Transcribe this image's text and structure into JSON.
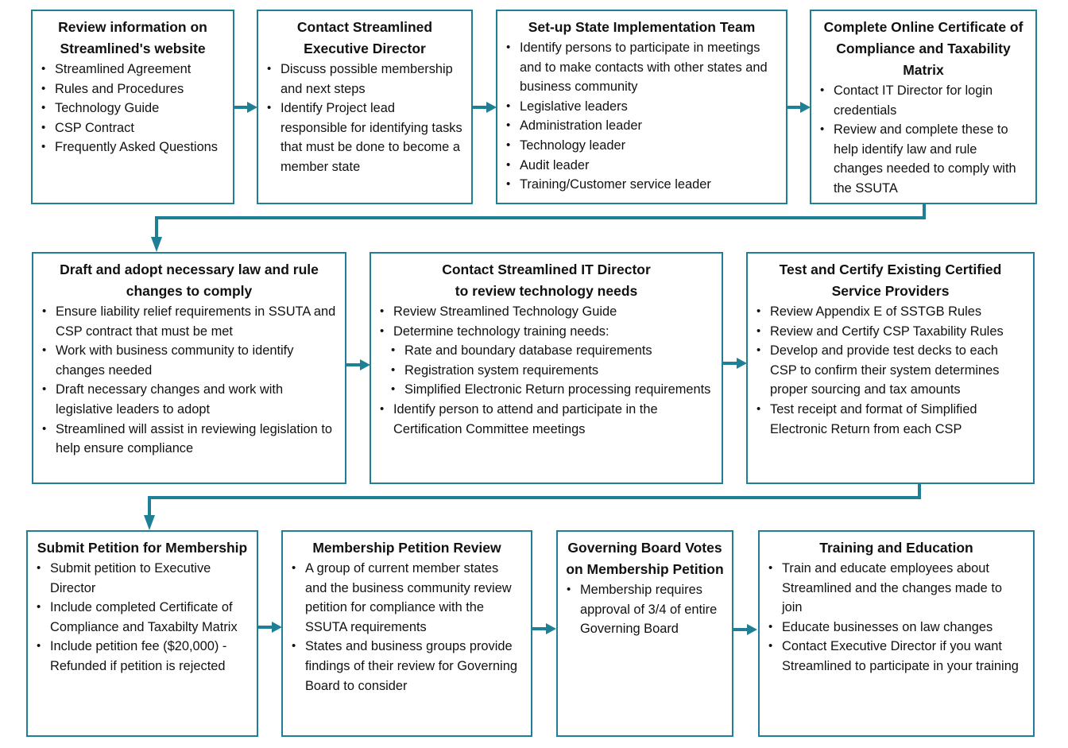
{
  "row1": [
    {
      "title": "Review information on Streamlined's website",
      "items": [
        "Streamlined Agreement",
        "Rules and Procedures",
        "Technology Guide",
        "CSP Contract",
        "Frequently Asked Questions"
      ]
    },
    {
      "title": "Contact Streamlined Executive Director",
      "items": [
        "Discuss possible membership and next steps",
        "Identify Project lead responsible for identifying tasks that must be done to become a member state"
      ]
    },
    {
      "title": "Set-up State Implementation Team",
      "items": [
        "Identify persons to participate in meetings and to make contacts with other states and business community",
        "Legislative leaders",
        "Administration leader",
        "Technology leader",
        "Audit leader",
        "Training/Customer service leader"
      ]
    },
    {
      "title": "Complete Online Certificate of Compliance and Taxability Matrix",
      "items": [
        "Contact IT Director for login credentials",
        "Review and complete these to help identify law and rule changes needed to comply with the SSUTA"
      ]
    }
  ],
  "row2": [
    {
      "title": "Draft and adopt necessary law and rule changes to comply",
      "items": [
        "Ensure liability relief requirements in SSUTA and CSP contract that must be met",
        "Work with business community to identify changes needed",
        "Draft necessary changes and work with legislative leaders to adopt",
        "Streamlined will assist in reviewing legislation to help ensure compliance"
      ]
    },
    {
      "title_lines": [
        "Contact Streamlined IT Director",
        "to review technology needs"
      ],
      "items": [
        "Review Streamlined Technology Guide",
        "Determine technology training needs:"
      ],
      "sub_items": [
        "Rate and boundary database requirements",
        "Registration system requirements",
        "Simplified Electronic Return processing requirements"
      ],
      "items_after": [
        "Identify person to attend and participate in the Certification Committee meetings"
      ]
    },
    {
      "title": "Test and Certify Existing Certified Service Providers",
      "items": [
        "Review Appendix E of SSTGB Rules",
        "Review and Certify CSP Taxability Rules",
        "Develop and provide test decks to each CSP to confirm their system determines proper sourcing and tax amounts",
        "Test receipt and format of Simplified Electronic Return from each CSP"
      ]
    }
  ],
  "row3": [
    {
      "title": "Submit Petition for Membership",
      "items": [
        "Submit petition to Executive Director",
        "Include completed Certificate of Compliance and Taxabilty Matrix",
        "Include petition fee ($20,000) - Refunded if petition is rejected"
      ]
    },
    {
      "title": "Membership Petition Review",
      "items": [
        "A group of current member states and the business community review petition for compliance with the SSUTA requirements",
        "States and business groups provide findings of their review for Governing Board to consider"
      ]
    },
    {
      "title": "Governing Board Votes on Membership Petition",
      "items": [
        "Membership requires approval of 3/4 of entire Governing Board"
      ]
    },
    {
      "title": "Training and Education",
      "items": [
        "Train and educate employees about Streamlined and the changes made to join",
        "Educate businesses on law changes",
        "Contact Executive Director if you want Streamlined to participate in your training"
      ]
    }
  ],
  "colors": {
    "border": "#1f7f95",
    "arrow": "#1f7f95"
  }
}
